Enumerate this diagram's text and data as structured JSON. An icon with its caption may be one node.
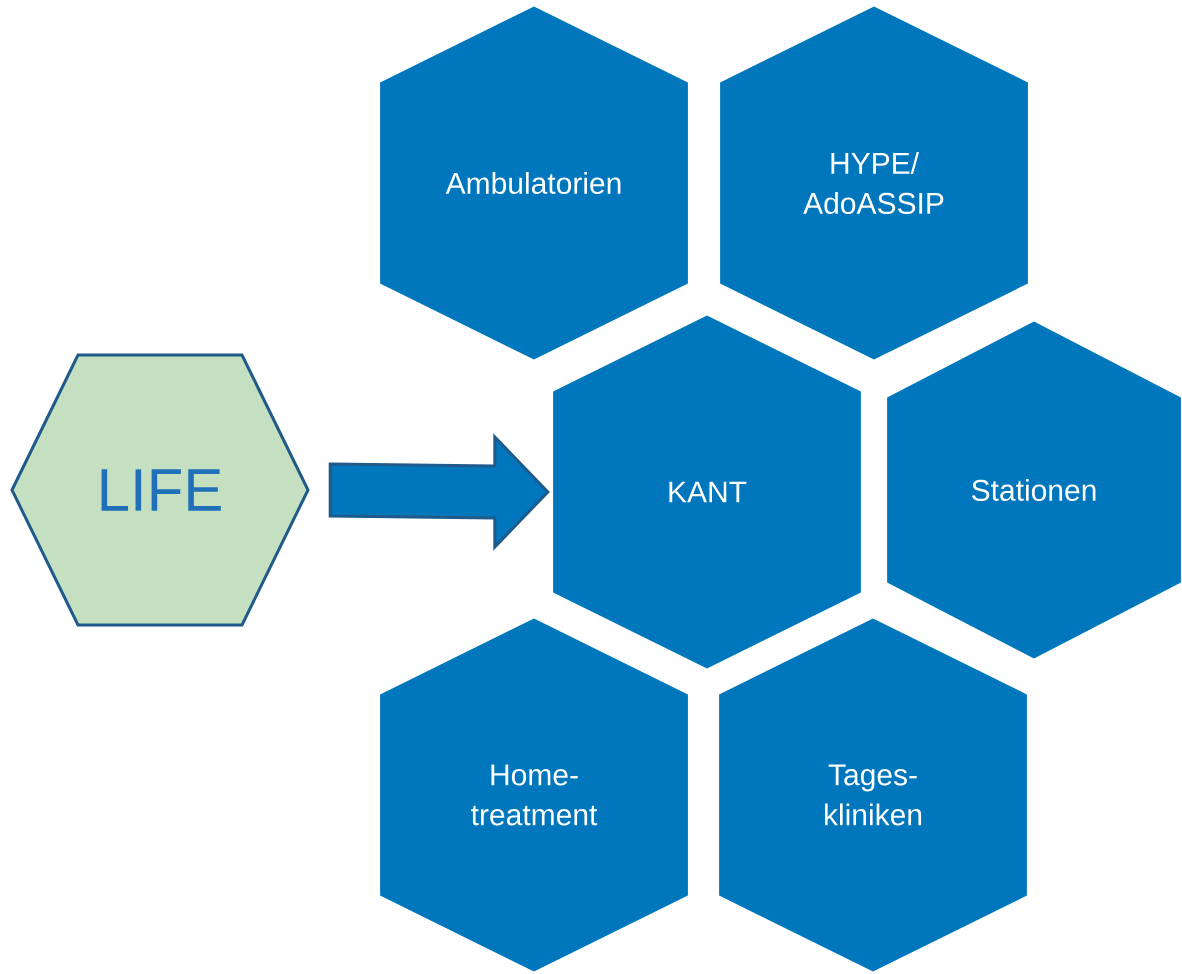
{
  "diagram": {
    "nodes": [
      {
        "text": [
          "Ambulatorien"
        ]
      },
      {
        "text": [
          "HYPE/ AdoASSIP"
        ]
      },
      {
        "text": [
          "LIFE"
        ]
      },
      {
        "text": [
          "KANT"
        ]
      },
      {
        "text": [
          "Stationen"
        ]
      },
      {
        "text": [
          "Home- treatment"
        ]
      },
      {
        "text": [
          "Tages- kliniken"
        ]
      }
    ],
    "edges": [
      {
        "from": 2,
        "to": 3,
        "arrow": "to"
      }
    ]
  }
}
